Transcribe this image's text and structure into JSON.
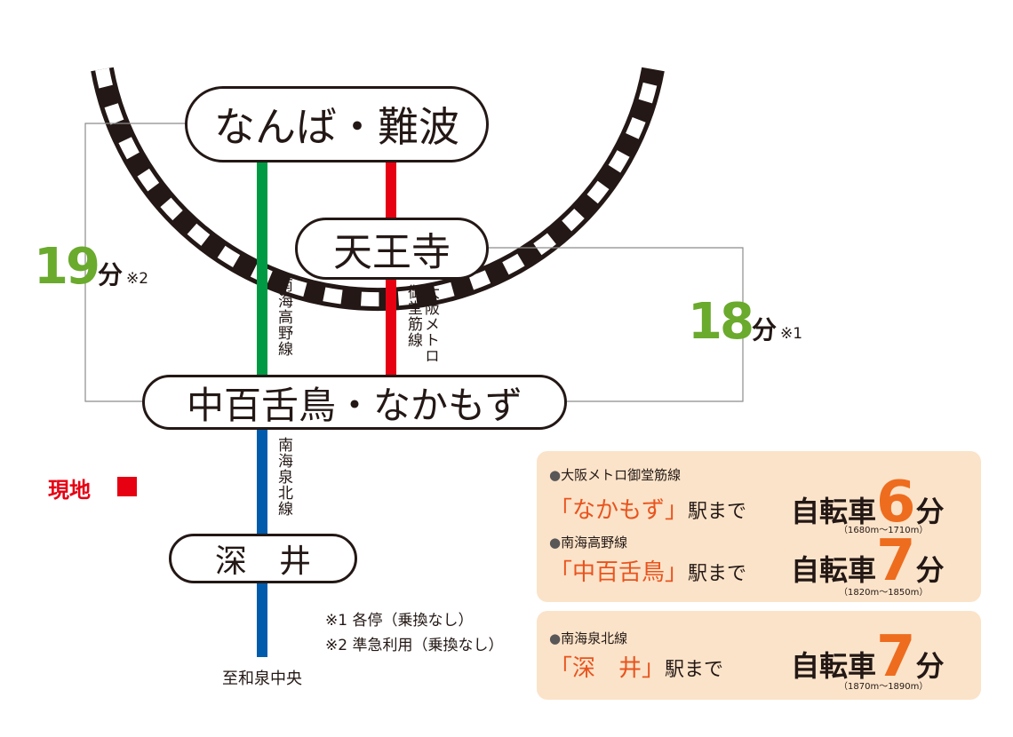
{
  "colors": {
    "ink": "#231815",
    "koya_line": "#009944",
    "midosuji_line": "#e60012",
    "senboku_line": "#005bac",
    "time_green": "#6aaa2d",
    "accent_orange": "#e8541e",
    "box_bg": "#fbe3c9",
    "current_location": "#e60012"
  },
  "stations": {
    "namba": "なんば・難波",
    "tennoji": "天王寺",
    "nakamozu": "中百舌鳥・なかもず",
    "fukai": "深　井"
  },
  "lines": {
    "koya": "南海高野線",
    "midosuji": "大阪メトロ御堂筋線",
    "senboku": "南海泉北線"
  },
  "times": {
    "left": {
      "number": "19",
      "unit": "分",
      "note": "※2"
    },
    "right": {
      "number": "18",
      "unit": "分",
      "note": "※1"
    }
  },
  "current_location": "現地",
  "terminus": "至和泉中央",
  "notes": [
    "※1 各停（乗換なし）",
    "※2 準急利用（乗換なし）"
  ],
  "access": {
    "unit_suffix": "駅まで",
    "bike_label": "自転車",
    "minute_unit": "分",
    "entries": [
      {
        "line": "大阪メトロ御堂筋線",
        "station": "「なかもず」",
        "minutes": "6",
        "distance": "（1680m～1710m）"
      },
      {
        "line": "南海高野線",
        "station": "「中百舌鳥」",
        "minutes": "7",
        "distance": "（1820m～1850m）"
      },
      {
        "line": "南海泉北線",
        "station": "「深　井」",
        "minutes": "7",
        "distance": "（1870m～1890m）"
      }
    ]
  }
}
